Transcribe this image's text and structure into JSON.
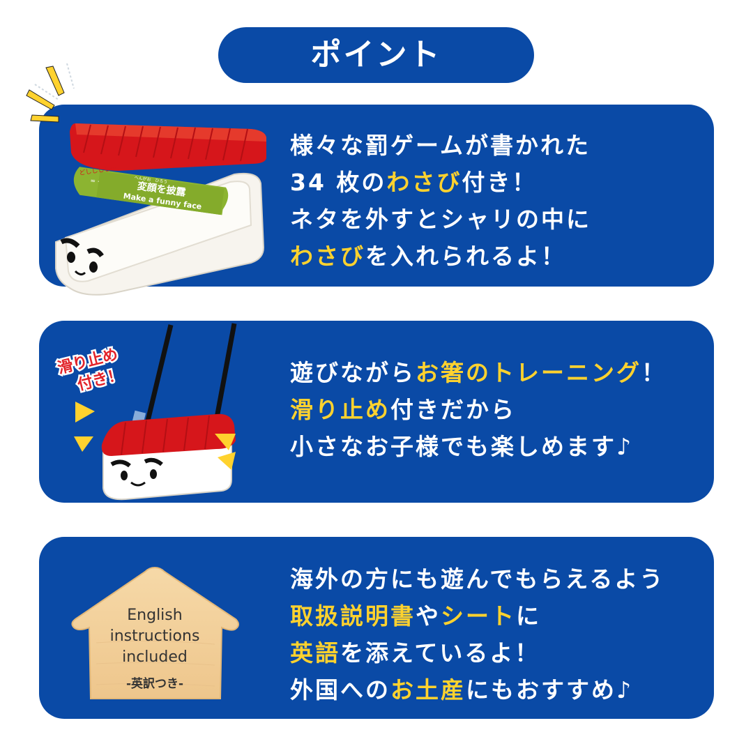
{
  "header": {
    "title": "ポイント"
  },
  "colors": {
    "panel": "#0a4aa6",
    "highlight": "#ffd22e",
    "sushi_red": "#d6161b",
    "wasabi": "#8cb431",
    "wood": "#f1cf9a"
  },
  "points": [
    {
      "lines": [
        [
          {
            "t": "様々な罰ゲームが書かれた",
            "h": false
          }
        ],
        [
          {
            "t": "34 枚の",
            "h": false
          },
          {
            "t": "わさび",
            "h": true
          },
          {
            "t": "付き！",
            "h": false
          }
        ],
        [
          {
            "t": "ネタを外すとシャリの中に",
            "h": false
          }
        ],
        [
          {
            "t": "わさび",
            "h": true
          },
          {
            "t": "を入れられるよ！",
            "h": false
          }
        ]
      ]
    },
    {
      "lines": [
        [
          {
            "t": "遊びながら",
            "h": false
          },
          {
            "t": "お箸のトレーニング",
            "h": true
          },
          {
            "t": "！",
            "h": false
          }
        ],
        [
          {
            "t": "滑り止め",
            "h": true
          },
          {
            "t": "付きだから",
            "h": false
          }
        ],
        [
          {
            "t": "小さなお子様でも楽しめます♪",
            "h": false
          }
        ]
      ]
    },
    {
      "lines": [
        [
          {
            "t": "海外の方にも遊んでもらえるよう",
            "h": false
          }
        ],
        [
          {
            "t": "取扱説明書",
            "h": true
          },
          {
            "t": "や",
            "h": false
          },
          {
            "t": "シート",
            "h": true
          },
          {
            "t": "に",
            "h": false
          }
        ],
        [
          {
            "t": "英語",
            "h": true
          },
          {
            "t": "を添えているよ！",
            "h": false
          }
        ],
        [
          {
            "t": "外国への",
            "h": false
          },
          {
            "t": "お土産",
            "h": true
          },
          {
            "t": "にもおすすめ♪",
            "h": false
          }
        ]
      ]
    }
  ],
  "wasabi_card": {
    "ruby": "へんがお　ひろう",
    "title": "変顔を披露",
    "subtitle": "Make a funny face",
    "sfx": "どしししし〜"
  },
  "badge": {
    "line1": "滑り止め",
    "line2": "付き！"
  },
  "house": {
    "line1": "English",
    "line2": "instructions",
    "line3": "included",
    "sub": "-英訳つき-"
  }
}
